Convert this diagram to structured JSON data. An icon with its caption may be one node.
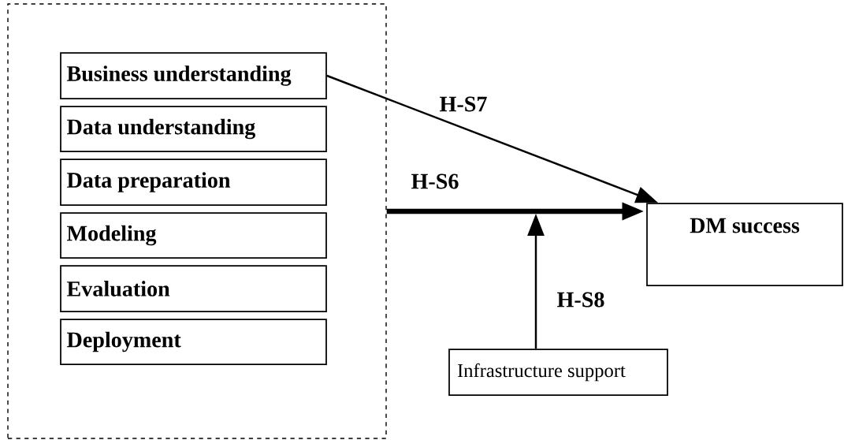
{
  "diagram": {
    "nodes": [
      {
        "text": [],
        "shape": "box"
      },
      {
        "text": [
          "Business understanding"
        ],
        "in": 0
      },
      {
        "text": [
          "Data understanding"
        ],
        "in": 0
      },
      {
        "text": [
          "Data preparation"
        ],
        "in": 0
      },
      {
        "text": [
          "Modeling"
        ],
        "in": 0
      },
      {
        "text": [
          "Evaluation"
        ],
        "in": 0
      },
      {
        "text": [
          "Deployment"
        ],
        "in": 0
      },
      {
        "text": [
          "DM success"
        ]
      },
      {
        "text": [
          "Infrastructure support"
        ]
      }
    ],
    "edges": [
      {
        "from": 1,
        "to": 7,
        "arrow": "to",
        "label": "H-S7"
      },
      {
        "from": 0,
        "to": 7,
        "arrow": "to",
        "label": "H-S6",
        "style": "thick"
      },
      {
        "from": 8,
        "to": null,
        "arrow": "to",
        "label": "H-S8"
      }
    ]
  }
}
